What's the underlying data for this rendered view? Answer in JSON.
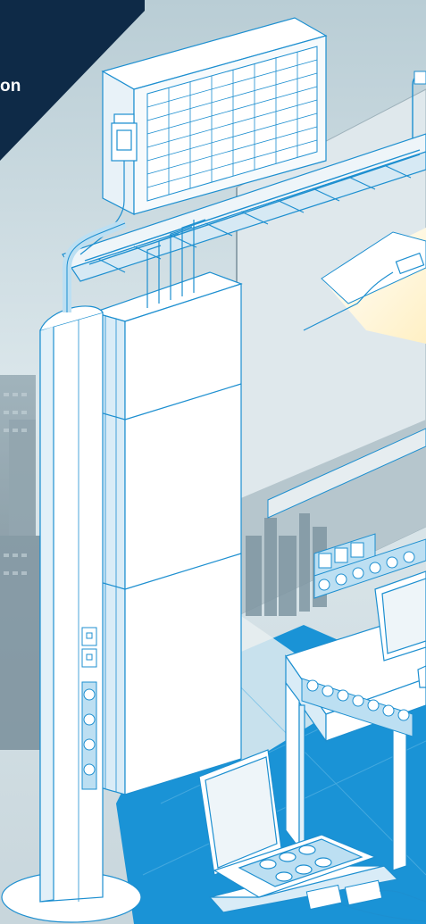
{
  "banner": {
    "text_fragment": "on",
    "background_color": "#0e2a47"
  },
  "colors": {
    "line": "#1d8fd0",
    "accent_blue": "#1a93d6",
    "light_blue": "#bcdff2",
    "pale_blue": "#d8ecf7",
    "sky": "#dfe9ee",
    "light_panel": "#fff3cf"
  },
  "illustration": {
    "left_column_outlets": {
      "data_ports": 2,
      "power_sockets": 4
    },
    "wall_outlets": {
      "data_ports": 3,
      "power_sockets": 6
    },
    "desk_outlets": {
      "power_sockets": 7
    },
    "floor_box_outlets": {
      "power_sockets": 6,
      "plugs": 2
    }
  }
}
